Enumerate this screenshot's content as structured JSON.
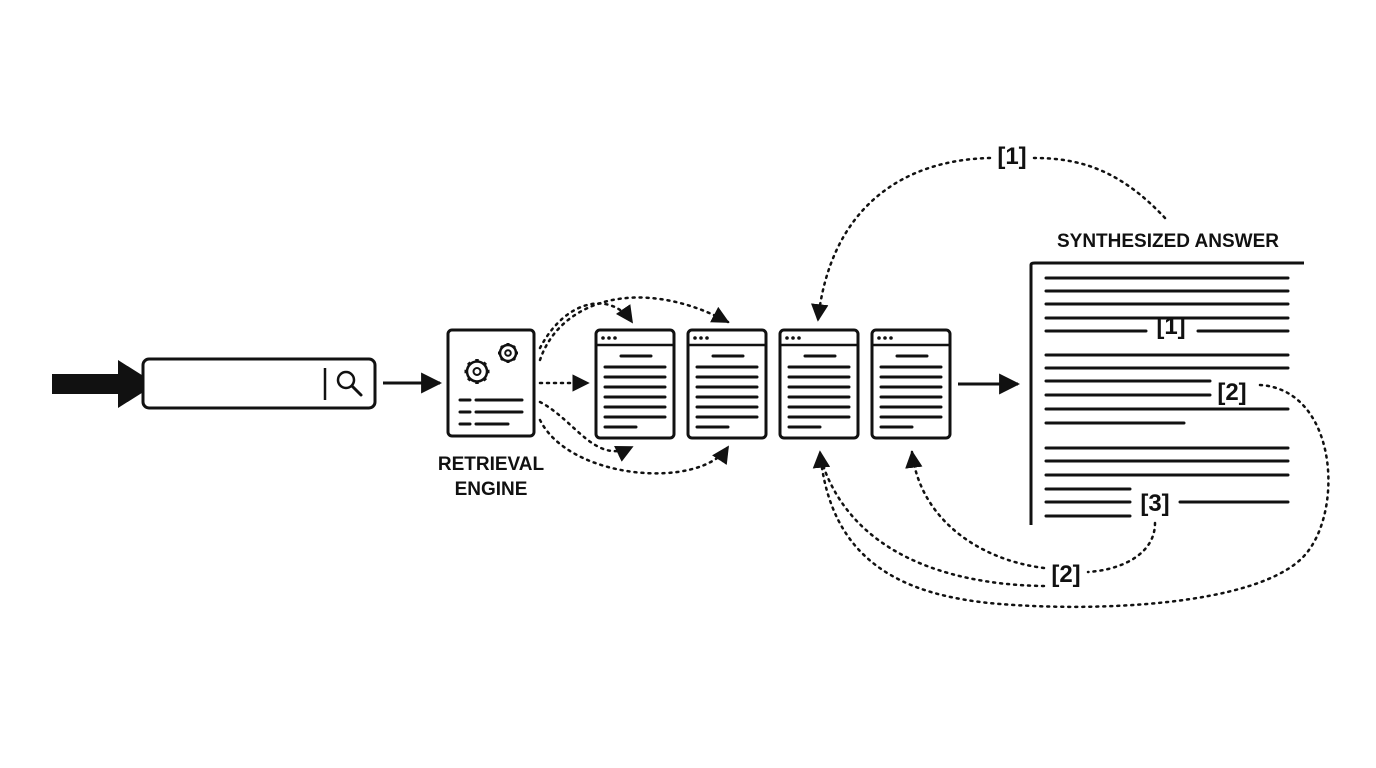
{
  "colors": {
    "ink": "#111111",
    "background": "#ffffff"
  },
  "icons": {
    "search": "magnifier-icon",
    "engine": "gears-icon",
    "document": "browser-page-icon"
  },
  "retrieval_engine": {
    "label_line1": "RETRIEVAL",
    "label_line2": "ENGINE"
  },
  "answer": {
    "title": "SYNTHESIZED ANSWER",
    "inline_citations": [
      "[1]",
      "[2]",
      "[3]"
    ]
  },
  "arc_citations": {
    "top": "[1]",
    "bottom": "[2]"
  }
}
